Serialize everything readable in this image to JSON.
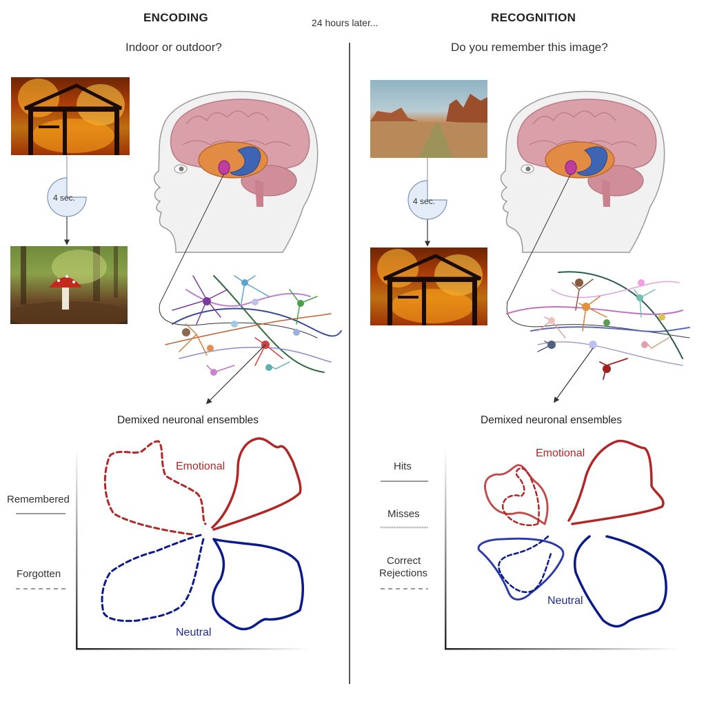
{
  "header": {
    "encoding_title": "ENCODING",
    "delay_text": "24 hours later...",
    "recognition_title": "RECOGNITION"
  },
  "encoding": {
    "question": "Indoor or outdoor?",
    "timer_label": "4 sec.",
    "ensembles_title": "Demixed neuronal ensembles",
    "legend": {
      "remembered": "Remembered",
      "forgotten": "Forgotten"
    },
    "labels": {
      "emotional": "Emotional",
      "neutral": "Neutral"
    }
  },
  "recognition": {
    "question": "Do you remember this image?",
    "timer_label": "4 sec.",
    "ensembles_title": "Demixed neuronal ensembles",
    "legend": {
      "hits": "Hits",
      "misses": "Misses",
      "correct_rejections_1": "Correct",
      "correct_rejections_2": "Rejections"
    },
    "labels": {
      "emotional": "Emotional",
      "neutral": "Neutral"
    }
  },
  "colors": {
    "emotional": "#b22626",
    "neutral": "#1e2a8c",
    "legend_line": "#999999",
    "fire": "#e8690f",
    "brain": "#d9a0aa"
  }
}
